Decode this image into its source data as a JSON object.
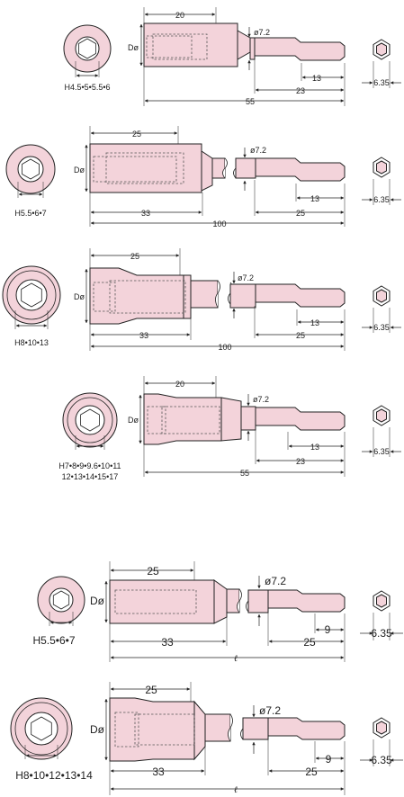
{
  "colors": {
    "body_fill": "#f3d3da",
    "outline": "#222222"
  },
  "tools": [
    {
      "diameter_label": "Dø",
      "sizes": [
        "H4.5•5•5.5•6"
      ],
      "shank_dia": "ø7.2",
      "dim_socket": "20",
      "dim_hex_len": "13",
      "dim_shank": "23",
      "dim_total": "55",
      "hex_width": "6.35"
    },
    {
      "diameter_label": "Dø",
      "sizes": [
        "H5.5•6•7"
      ],
      "shank_dia": "ø7.2",
      "dim_socket": "25",
      "dim_body": "33",
      "dim_hex_len": "13",
      "dim_shank": "25",
      "dim_total": "100",
      "hex_width": "6.35"
    },
    {
      "diameter_label": "Dø",
      "sizes": [
        "H8•10•13"
      ],
      "shank_dia": "ø7.2",
      "dim_socket": "25",
      "dim_body": "33",
      "dim_hex_len": "13",
      "dim_shank": "25",
      "dim_total": "100",
      "hex_width": "6.35"
    },
    {
      "diameter_label": "Dø",
      "sizes": [
        "H7•8•9•9.6•10•11",
        "12•13•14•15•17"
      ],
      "shank_dia": "ø7.2",
      "dim_socket": "20",
      "dim_hex_len": "13",
      "dim_shank": "23",
      "dim_total": "55",
      "hex_width": "6.35"
    },
    {
      "diameter_label": "Dø",
      "sizes": [
        "H5.5•6•7"
      ],
      "shank_dia": "ø7.2",
      "dim_socket": "25",
      "dim_body": "33",
      "dim_hex_len": "9",
      "dim_shank": "25",
      "dim_total": "ℓ",
      "hex_width": "6.35"
    },
    {
      "diameter_label": "Dø",
      "sizes": [
        "H8•10•12•13•14"
      ],
      "shank_dia": "ø7.2",
      "dim_socket": "25",
      "dim_body": "33",
      "dim_hex_len": "9",
      "dim_shank": "25",
      "dim_total": "ℓ",
      "hex_width": "6.35"
    }
  ]
}
